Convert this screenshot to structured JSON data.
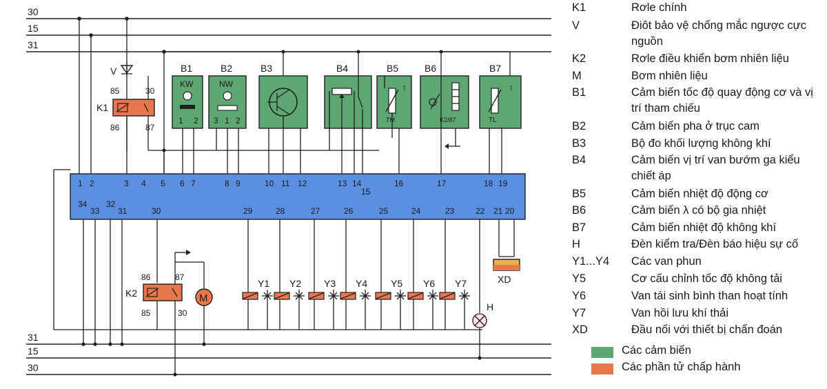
{
  "bus": {
    "line_30": "30",
    "line_15": "15",
    "line_31": "31"
  },
  "colors": {
    "ecu": "#5b8fe0",
    "sensor": "#5ea672",
    "actuator": "#e8774d",
    "xd": "#e8b04a"
  },
  "components": {
    "K1": {
      "label": "K1",
      "pins": [
        "85",
        "30",
        "86",
        "87"
      ]
    },
    "V": {
      "label": "V"
    },
    "K2": {
      "label": "K2",
      "pins": [
        "86",
        "87",
        "85",
        "30"
      ]
    },
    "M": {
      "symbol": "M"
    },
    "B1": {
      "label": "B1",
      "tag": "KW",
      "pins": [
        "1",
        "2"
      ]
    },
    "B2": {
      "label": "B2",
      "tag": "NW",
      "pins": [
        "3",
        "1",
        "2"
      ]
    },
    "B3": {
      "label": "B3"
    },
    "B4": {
      "label": "B4"
    },
    "B5": {
      "label": "B5",
      "tag": "TM"
    },
    "B6": {
      "label": "B6",
      "tag": "K2/87"
    },
    "B7": {
      "label": "B7",
      "tag": "TL"
    },
    "injectors": [
      "Y1",
      "Y2",
      "Y3",
      "Y4",
      "Y5",
      "Y6",
      "Y7"
    ],
    "H": {
      "label": "H"
    },
    "XD": {
      "label": "XD"
    }
  },
  "ecu_pins_top": [
    "1",
    "2",
    "3",
    "4",
    "5",
    "6",
    "7",
    "8",
    "9",
    "10",
    "11",
    "12",
    "13",
    "14",
    "15",
    "16",
    "17",
    "18",
    "19"
  ],
  "ecu_pins_bottom": [
    "34",
    "33",
    "32",
    "31",
    "30",
    "29",
    "28",
    "27",
    "26",
    "25",
    "24",
    "23",
    "22",
    "21",
    "20"
  ],
  "legend": [
    {
      "code": "K1",
      "desc": "Rơle chính"
    },
    {
      "code": "V",
      "desc": "Điôt bảo vệ chống mắc ngược cực nguồn"
    },
    {
      "code": "K2",
      "desc": "Rơle điều khiển bơm nhiên liệu"
    },
    {
      "code": "M",
      "desc": "Bơm nhiên liệu"
    },
    {
      "code": "B1",
      "desc": "Cảm biến tốc độ quay động cơ và vị trí tham chiếu"
    },
    {
      "code": "B2",
      "desc": "Cảm biến pha ở trục cam"
    },
    {
      "code": "B3",
      "desc": "Bộ đo khối lượng không khí"
    },
    {
      "code": "B4",
      "desc": "Cảm biến vị trí van bướm ga kiểu chiết áp"
    },
    {
      "code": "B5",
      "desc": "Cảm biến nhiệt độ động cơ"
    },
    {
      "code": "B6",
      "desc": "Cảm biến λ có bộ gia nhiệt"
    },
    {
      "code": "B7",
      "desc": "Cảm biến nhiệt độ không khí"
    },
    {
      "code": "H",
      "desc": "Đèn kiểm tra/Đèn báo hiệu sự cố"
    },
    {
      "code": "Y1...Y4",
      "desc": "Các van phun"
    },
    {
      "code": "Y5",
      "desc": "Cơ cấu chỉnh tốc độ không tải"
    },
    {
      "code": "Y6",
      "desc": "Van tái sinh bình than hoạt tính"
    },
    {
      "code": "Y7",
      "desc": "Van hồi lưu khí thải"
    },
    {
      "code": "XD",
      "desc": "Đầu nối với thiết bị chẩn đoán"
    }
  ],
  "key": [
    {
      "color": "#5ea672",
      "label": "Các cảm biến"
    },
    {
      "color": "#e8774d",
      "label": "Các phần tử chấp hành"
    }
  ]
}
